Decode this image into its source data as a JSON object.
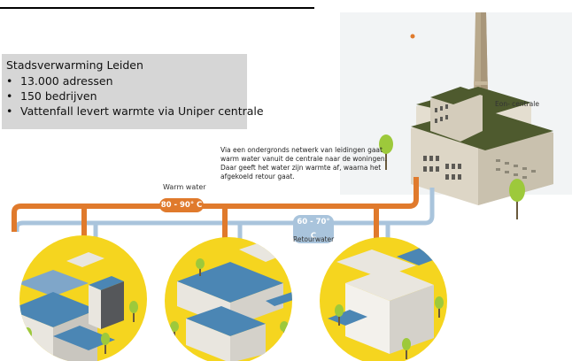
{
  "infobox": {
    "title": "Stadsverwarming Leiden",
    "bullets": [
      "13.000 adressen",
      "150 bedrijven",
      "Vattenfall levert warmte via Uniper centrale"
    ]
  },
  "description": {
    "lines": [
      "Via een ondergronds netwerk van leidingen gaat",
      "warm water vanuit de centrale naar de woningen.",
      "Daar geeft het water zijn warmte af, waarna het",
      "afgekoeld retour gaat."
    ]
  },
  "plant": {
    "label": "Eon- centrale"
  },
  "warm_pipe": {
    "label": "Warm water",
    "temperature": "80 - 90° C",
    "color": "#e07a2c"
  },
  "return_pipe": {
    "label": "Retourwater",
    "temperature": "60 - 70° C",
    "color": "#a9c4dc"
  },
  "colors": {
    "yellow": "#f5d51f",
    "blue_roof": "#4b86b4",
    "plant_wall": "#d9d3c3",
    "roof_green": "#4e5a2e",
    "tree": "#9dc93b"
  }
}
